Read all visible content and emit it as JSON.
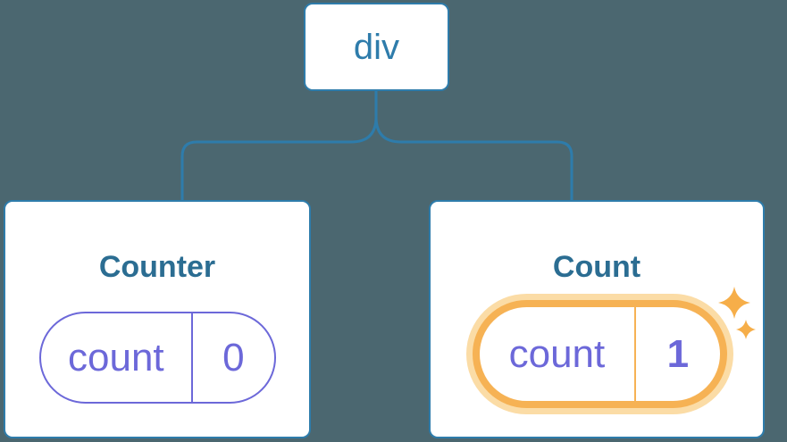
{
  "theme": {
    "canvas-bg": "#4b6770",
    "node-bg": "#ffffff",
    "line-blue": "#2e7cab",
    "title-blue": "#2b6d92",
    "state-purple": "#6c68d9",
    "highlight-orange": "#f6b254",
    "highlight-glow": "#fbdca6",
    "sparkle-orange": "#f6ae49"
  },
  "tree": {
    "root": {
      "label": "div"
    },
    "children": [
      {
        "title": "Counter",
        "state_key": "count",
        "state_value": "0",
        "highlighted": false
      },
      {
        "title": "Count",
        "state_key": "count",
        "state_value": "1",
        "highlighted": true
      }
    ]
  }
}
